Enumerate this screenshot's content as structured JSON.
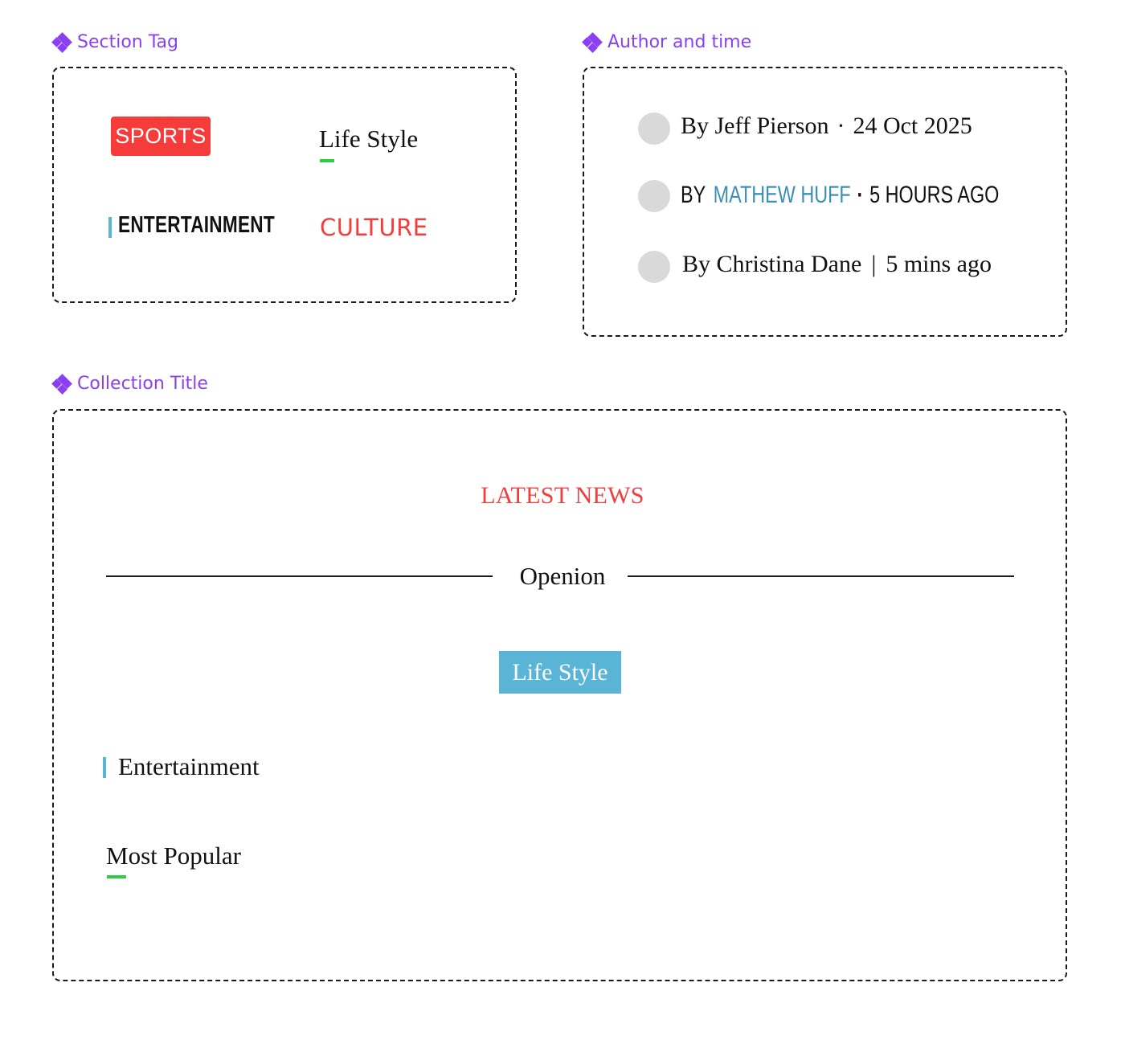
{
  "components": {
    "section_tag": {
      "label": "Section Tag",
      "tags": {
        "sports": "SPORTS",
        "lifestyle": "Life Style",
        "entertainment": "ENTERTAINMENT",
        "culture": "CULTURE"
      }
    },
    "author_time": {
      "label": "Author and time",
      "rows": [
        {
          "by": "By Jeff Pierson",
          "sep": "·",
          "time": "24 Oct 2025"
        },
        {
          "by": "BY",
          "name": "MATHEW HUFF",
          "sep": "·",
          "time": "5 HOURS AGO"
        },
        {
          "by": "By Christina Dane",
          "sep": "|",
          "time": "5 mins ago"
        }
      ]
    },
    "collection_title": {
      "label": "Collection Title",
      "latest": "LATEST NEWS",
      "divider_title": "Openion",
      "badge": "Life Style",
      "bar_title": "Entertainment",
      "underline_title": "Most Popular"
    }
  },
  "colors": {
    "component_label": "#8b3ff2",
    "red": "#f63b3b",
    "blue": "#5ab4d6",
    "green": "#2ecc40",
    "avatar": "#d9d9d9"
  },
  "icons": {
    "component": "component-diamond-icon"
  }
}
